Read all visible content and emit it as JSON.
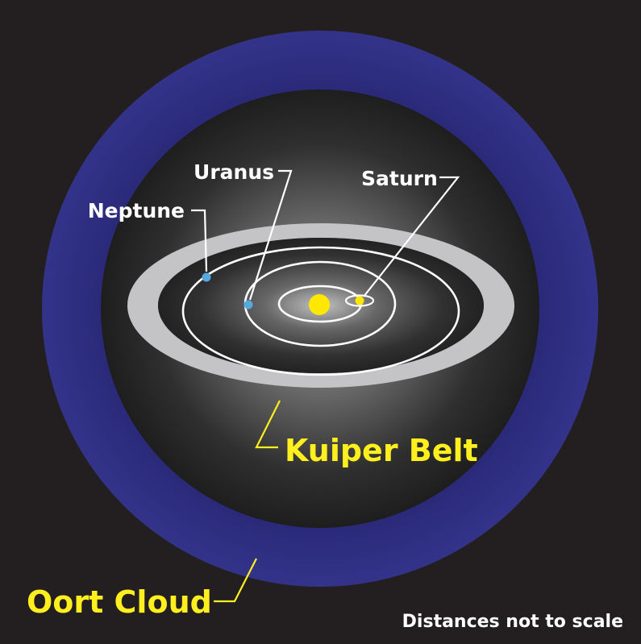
{
  "labels": {
    "neptune": "Neptune",
    "uranus": "Uranus",
    "saturn": "Saturn",
    "kuiper_belt": "Kuiper Belt",
    "oort_cloud": "Oort Cloud",
    "note": "Distances not to scale"
  },
  "colors": {
    "background": "#231f20",
    "oort_cloud": "#2e2d7e",
    "kuiper_belt": "#c4c4c6",
    "sun": "#ffe800",
    "planet_blue": "#56a8dd",
    "label_yellow": "#ffef1f",
    "label_white": "#ffffff"
  }
}
